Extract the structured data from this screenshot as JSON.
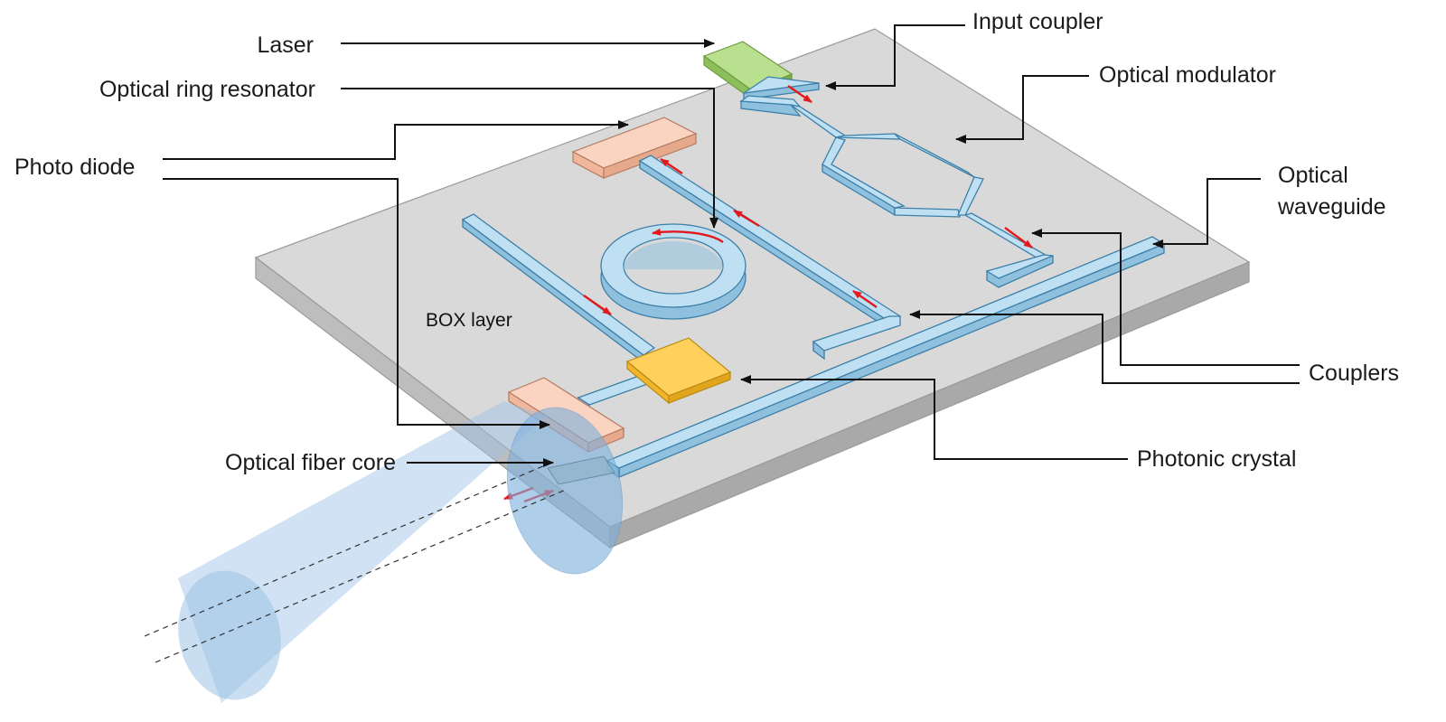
{
  "labels": {
    "laser": "Laser",
    "ring_resonator": "Optical ring resonator",
    "photo_diode": "Photo diode",
    "fiber_core": "Optical fiber core",
    "input_coupler": "Input coupler",
    "optical_modulator": "Optical modulator",
    "optical_waveguide_line1": "Optical",
    "optical_waveguide_line2": "waveguide",
    "couplers": "Couplers",
    "photonic_crystal": "Photonic crystal",
    "box_layer": "BOX layer"
  },
  "colors": {
    "substrate_top": "#d9d9d9",
    "substrate_side": "#b3b3b3",
    "waveguide": "#bfe0f3",
    "waveguide_edge": "#3c7fa8",
    "laser": "#a9d87c",
    "photo_diode": "#f8cbb4",
    "photonic_crystal": "#ffc83d",
    "fiber": "#9cc2e5",
    "flow_arrow": "#e3191c",
    "leader_line": "#111111"
  }
}
